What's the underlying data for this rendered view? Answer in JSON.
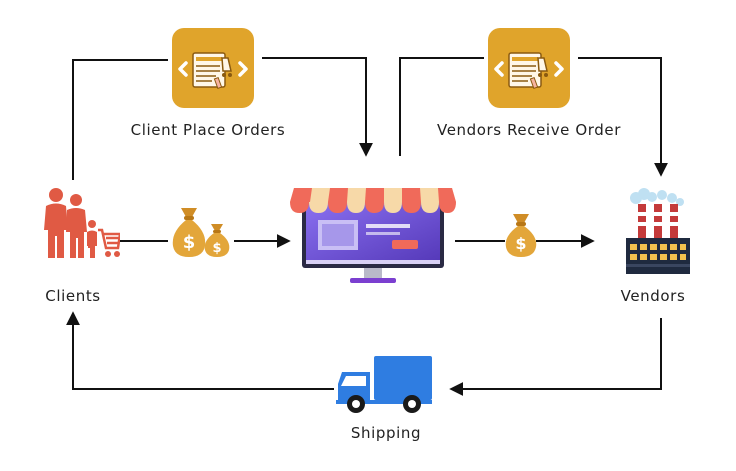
{
  "nodes": {
    "client_orders": {
      "label": "Client Place Orders",
      "icon": "order-form-icon"
    },
    "vendor_orders": {
      "label": "Vendors Receive Order",
      "icon": "order-form-icon"
    },
    "clients": {
      "label": "Clients",
      "icon": "shopping-family-icon"
    },
    "store": {
      "label": "",
      "icon": "online-store-monitor-icon"
    },
    "vendors": {
      "label": "Vendors",
      "icon": "factory-icon"
    },
    "shipping": {
      "label": "Shipping",
      "icon": "delivery-truck-icon"
    },
    "money_to_store": {
      "icon": "money-bags-icon"
    },
    "money_to_vendor": {
      "icon": "money-bag-icon"
    }
  },
  "colors": {
    "tile_gold": "#e0a42b",
    "money_gold": "#e3a63a",
    "people_red": "#e05a44",
    "truck_blue": "#2f7de1",
    "monitor_purple": "#6a4fd0",
    "awning_red": "#f06a5a",
    "awning_cream": "#f7d9a8",
    "factory_dark": "#1f2a3f",
    "factory_red": "#c43a3a",
    "line": "#111111"
  }
}
